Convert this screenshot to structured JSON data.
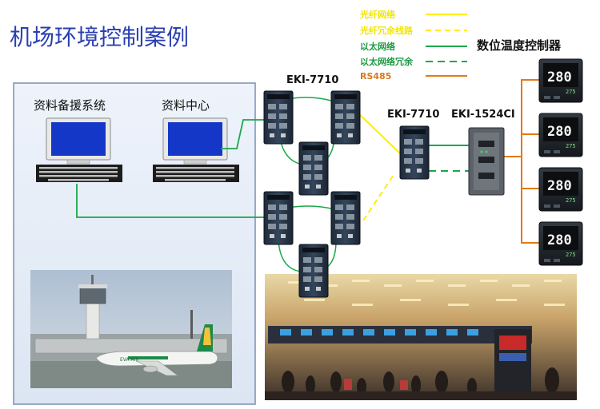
{
  "title": "机场环境控制案例",
  "labels": {
    "backup_system": "资料备援系统",
    "data_center": "资料中心",
    "eki_7710_top": "EKI-7710",
    "eki_7710_mid": "EKI-7710",
    "eki_1524ci": "EKI-1524CI",
    "temp_controller": "数位温度控制器"
  },
  "legend": [
    {
      "label": "光纤网络",
      "color": "#ffee00",
      "style": "solid"
    },
    {
      "label": "光纤冗余线路",
      "color": "#ffee00",
      "style": "dashed"
    },
    {
      "label": "以太网络",
      "color": "#1aa84a",
      "style": "solid"
    },
    {
      "label": "以太网络冗余",
      "color": "#1aa84a",
      "style": "dashed"
    },
    {
      "label": "RS485",
      "color": "#e07a1a",
      "style": "solid"
    }
  ],
  "controllers": [
    {
      "display": "280",
      "sub": "275"
    },
    {
      "display": "280",
      "sub": "275"
    },
    {
      "display": "280",
      "sub": "275"
    },
    {
      "display": "280",
      "sub": "275"
    }
  ],
  "airplane_livery": "EVA AIR",
  "colors": {
    "title": "#2a3fb0",
    "fiber": "#ffee00",
    "ethernet": "#1aa84a",
    "rs485": "#e07a1a",
    "legend_green_text": "#1a9a40",
    "legend_orange_text": "#d97a1c",
    "panel_bg": "#e6eef8",
    "panel_border": "#7a8fb4"
  }
}
